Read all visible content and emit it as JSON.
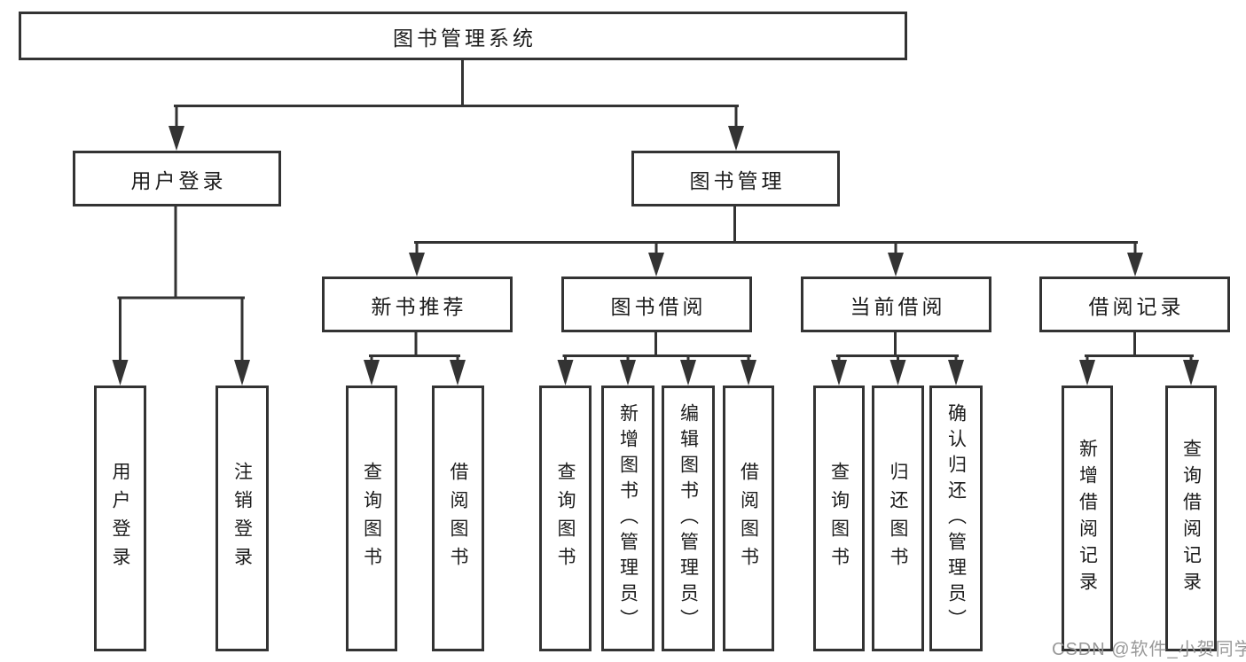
{
  "diagram": {
    "title": "图书管理系统",
    "root": "图书管理系统",
    "level2": [
      "用户登录",
      "图书管理"
    ],
    "level3": [
      "新书推荐",
      "图书借阅",
      "当前借阅",
      "借阅记录"
    ],
    "leaves": {
      "login": [
        "用户登录",
        "注销登录"
      ],
      "recommend": [
        "查询图书",
        "借阅图书"
      ],
      "borrow": [
        "查询图书",
        "新增图书（管理员）",
        "编辑图书（管理员）",
        "借阅图书"
      ],
      "current": [
        "查询图书",
        "归还图书",
        "确认归还（管理员）"
      ],
      "record": [
        "新增借阅记录",
        "查询借阅记录"
      ]
    }
  },
  "watermark": "CSDN @软件_小贺同学",
  "colors": {
    "line": "#333333",
    "text": "#1c1c1c",
    "background": "#ffffff",
    "watermark": "#999999"
  }
}
